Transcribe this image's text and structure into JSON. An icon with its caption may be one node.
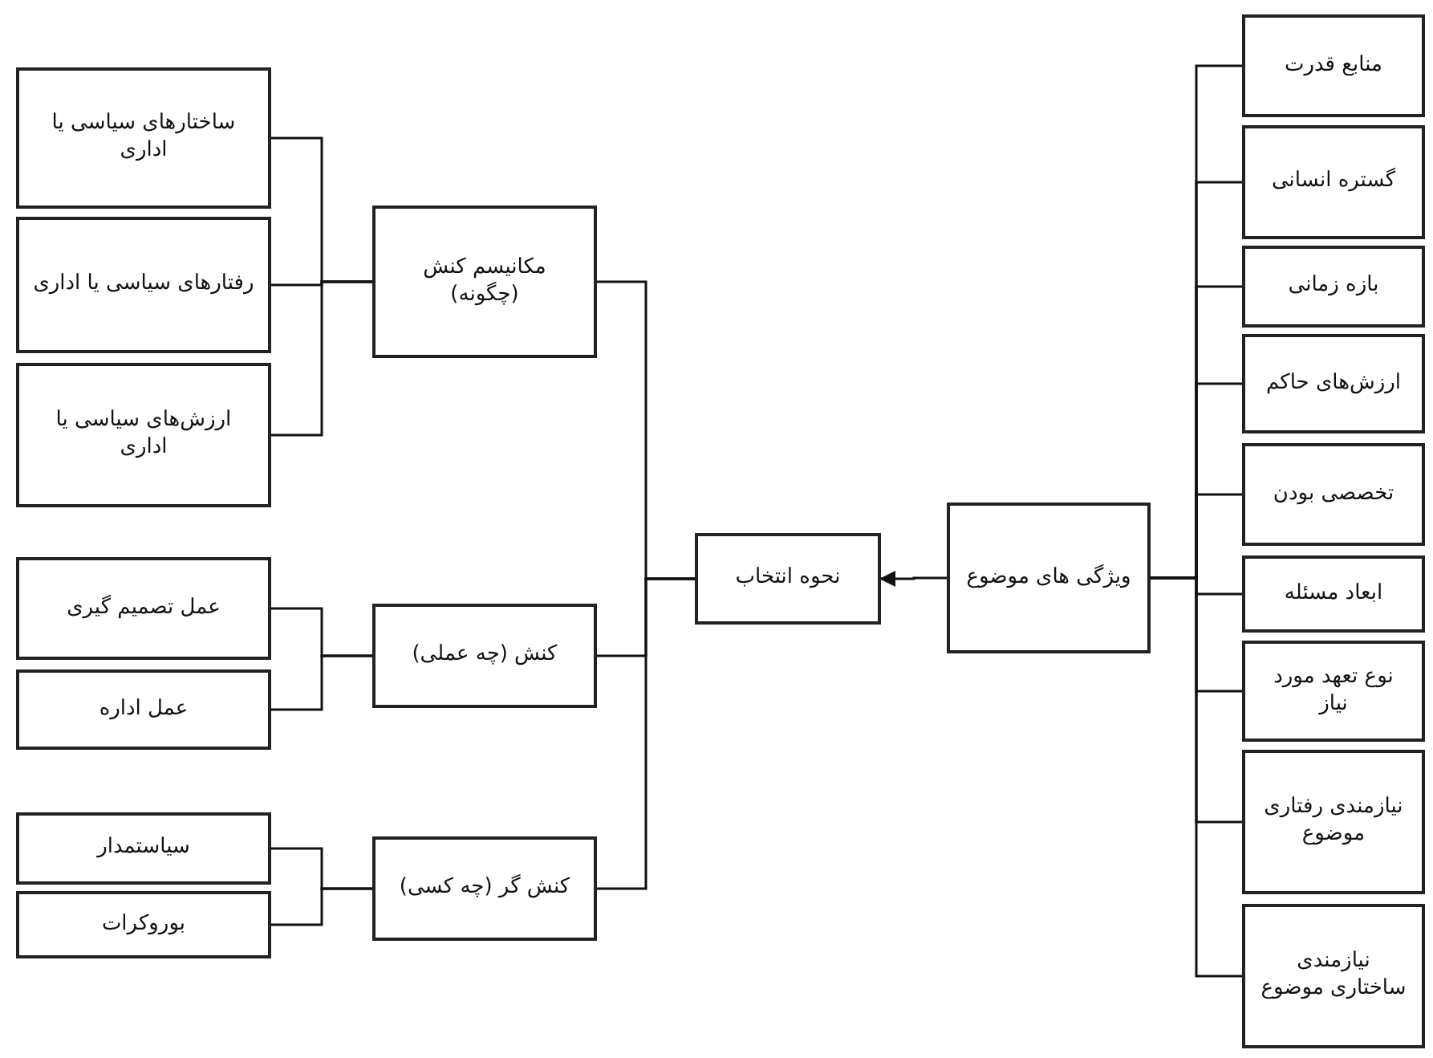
{
  "diagram": {
    "nodes": [
      {
        "text": [
          "ساختارهای سیاسی یا اداری"
        ]
      },
      {
        "text": [
          "رفتارهای سیاسی یا اداری"
        ]
      },
      {
        "text": [
          "ارزش‌های سیاسی یا اداری"
        ]
      },
      {
        "text": [
          "مکانیسم کنش (چگونه)"
        ]
      },
      {
        "text": [
          "عمل تصمیم گیری"
        ]
      },
      {
        "text": [
          "عمل اداره"
        ]
      },
      {
        "text": [
          "کنش (چه عملی)"
        ]
      },
      {
        "text": [
          "سیاستمدار"
        ]
      },
      {
        "text": [
          "بوروکرات"
        ]
      },
      {
        "text": [
          "کنش گر (چه کسی)"
        ]
      },
      {
        "text": [
          "نحوه انتخاب"
        ]
      },
      {
        "text": [
          "ویژگی های موضوع"
        ]
      },
      {
        "text": [
          "منابع قدرت"
        ]
      },
      {
        "text": [
          "گستره انسانی"
        ]
      },
      {
        "text": [
          "بازه زمانی"
        ]
      },
      {
        "text": [
          "ارزش‌های حاکم"
        ]
      },
      {
        "text": [
          "تخصصی بودن"
        ]
      },
      {
        "text": [
          "ابعاد مسئله"
        ]
      },
      {
        "text": [
          "نوع تعهد مورد نیاز"
        ]
      },
      {
        "text": [
          "نیازمندی رفتاری موضوع"
        ]
      },
      {
        "text": [
          "نیازمندی ساختاری موضوع"
        ]
      }
    ],
    "edges": [
      {
        "from": 0,
        "to": 3,
        "arrow": "none"
      },
      {
        "from": 1,
        "to": 3,
        "arrow": "none"
      },
      {
        "from": 2,
        "to": 3,
        "arrow": "none"
      },
      {
        "from": 4,
        "to": 6,
        "arrow": "none"
      },
      {
        "from": 5,
        "to": 6,
        "arrow": "none"
      },
      {
        "from": 7,
        "to": 9,
        "arrow": "none"
      },
      {
        "from": 8,
        "to": 9,
        "arrow": "none"
      },
      {
        "from": 3,
        "to": 10,
        "arrow": "none"
      },
      {
        "from": 6,
        "to": 10,
        "arrow": "none"
      },
      {
        "from": 9,
        "to": 10,
        "arrow": "none"
      },
      {
        "from": 11,
        "to": 10,
        "arrow": "to"
      },
      {
        "from": 12,
        "to": 11,
        "arrow": "none"
      },
      {
        "from": 13,
        "to": 11,
        "arrow": "none"
      },
      {
        "from": 14,
        "to": 11,
        "arrow": "none"
      },
      {
        "from": 15,
        "to": 11,
        "arrow": "none"
      },
      {
        "from": 16,
        "to": 11,
        "arrow": "none"
      },
      {
        "from": 17,
        "to": 11,
        "arrow": "none"
      },
      {
        "from": 18,
        "to": 11,
        "arrow": "none"
      },
      {
        "from": 19,
        "to": 11,
        "arrow": "none"
      },
      {
        "from": 20,
        "to": 11,
        "arrow": "none"
      }
    ]
  }
}
